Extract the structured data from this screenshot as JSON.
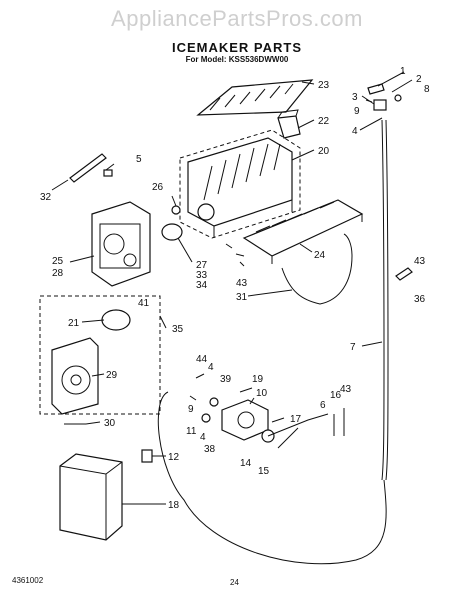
{
  "watermark": "AppliancePartsPros.com",
  "title": "ICEMAKER PARTS",
  "subtitle": "For Model: KSS536DWW00",
  "footer_left": "4361002",
  "footer_page": "24",
  "callouts": [
    "1",
    "2",
    "3",
    "4",
    "5",
    "6",
    "7",
    "8",
    "9",
    "10",
    "11",
    "12",
    "14",
    "15",
    "16",
    "17",
    "18",
    "19",
    "20",
    "21",
    "22",
    "23",
    "24",
    "25",
    "26",
    "27",
    "28",
    "29",
    "30",
    "31",
    "32",
    "33",
    "34",
    "35",
    "36",
    "38",
    "39",
    "41",
    "43",
    "44"
  ]
}
